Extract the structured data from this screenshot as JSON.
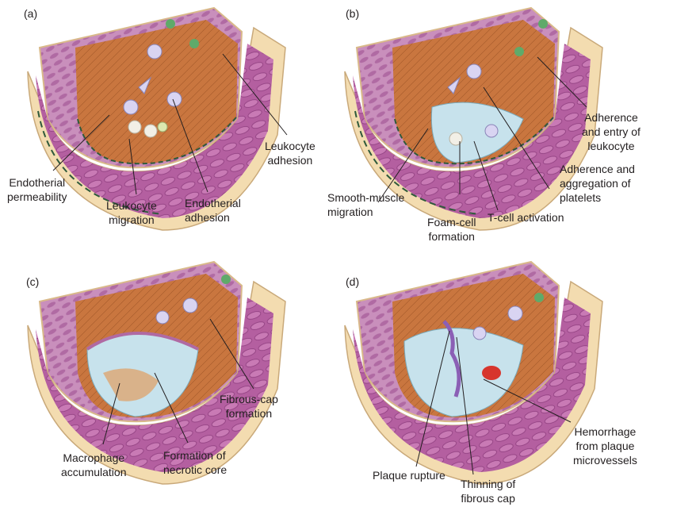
{
  "panels": [
    {
      "letter": "(a)",
      "labels": [
        "Leukocyte\nadhesion",
        "Endotherial\npermeability",
        "Leukocyte\nmigration",
        "Endotherial\nadhesion"
      ]
    },
    {
      "letter": "(b)",
      "labels": [
        "Adherence\nand entry of\nleukocyte",
        "Adherence and\naggregation of\nplatelets",
        "Smooth-muscle\nmigration",
        "Foam-cell\nformation",
        "T-cell activation"
      ]
    },
    {
      "letter": "(c)",
      "labels": [
        "Fibrous-cap\nformation",
        "Macrophage\naccumulation",
        "Formation of\nnecrotic core"
      ]
    },
    {
      "letter": "(d)",
      "labels": [
        "Hemorrhage\nfrom plaque\nmicrovessels",
        "Plaque rupture",
        "Thinning of\nfibrous cap"
      ]
    }
  ],
  "colors": {
    "adventitia": "#f3dcb0",
    "media": "#b45fa0",
    "media_dark": "#8e3d7e",
    "lumen": "#c9763f",
    "lumen_dark": "#a55a2a",
    "intima": "#e9d6a4",
    "leader_line": "#231f20",
    "leukocyte": "#d9d4f2",
    "platelet": "#5faa6a",
    "plaque": "#c7e2ec",
    "hemorrhage": "#d7352d",
    "rupture": "#8b5fb5"
  }
}
